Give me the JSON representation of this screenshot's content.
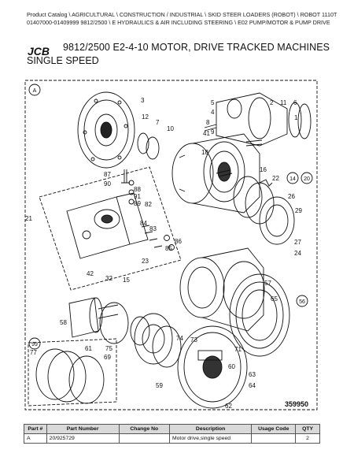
{
  "breadcrumb": {
    "line1": "Product Catalog  \\  AGRICULTURAL  \\  CONSTRUCTION / INDUSTRIAL  \\  SKID STEER LOADERS (ROBOT)  \\  ROBOT 1110T",
    "line2": "01407000-01409999 9812/2500  \\  E HYDRAULICS & AIR INCLUDING STEERING  \\  E02 PUMP/MOTOR & PUMP DRIVE"
  },
  "logo": {
    "text": "JCB",
    "color": "#111111"
  },
  "heading": {
    "title": "9812/2500 E2-4-10 MOTOR, DRIVE TRACKED MACHINES",
    "subtitle": "SINGLE SPEED"
  },
  "diagram": {
    "view_labels": [
      "A",
      "14",
      "20",
      "56",
      "99"
    ],
    "drawing_number": "359950",
    "callouts": [
      "3",
      "5",
      "4",
      "12",
      "2",
      "11",
      "6",
      "7",
      "1",
      "10",
      "8",
      "9",
      "41",
      "18",
      "16",
      "22",
      "26",
      "29",
      "27",
      "24",
      "87",
      "90",
      "88",
      "91",
      "89",
      "82",
      "84",
      "83",
      "86",
      "85",
      "21",
      "23",
      "42",
      "32",
      "15",
      "57",
      "58",
      "61",
      "65",
      "69",
      "75",
      "74",
      "73",
      "71",
      "60",
      "63",
      "64",
      "62",
      "59",
      "77"
    ]
  },
  "table": {
    "headers": [
      "Part #",
      "Part Number",
      "Change No",
      "Description",
      "Usage Code",
      "QTY"
    ],
    "rows": [
      [
        "A",
        "20/925729",
        "",
        "Motor drive,single speed",
        "",
        "2"
      ]
    ]
  }
}
